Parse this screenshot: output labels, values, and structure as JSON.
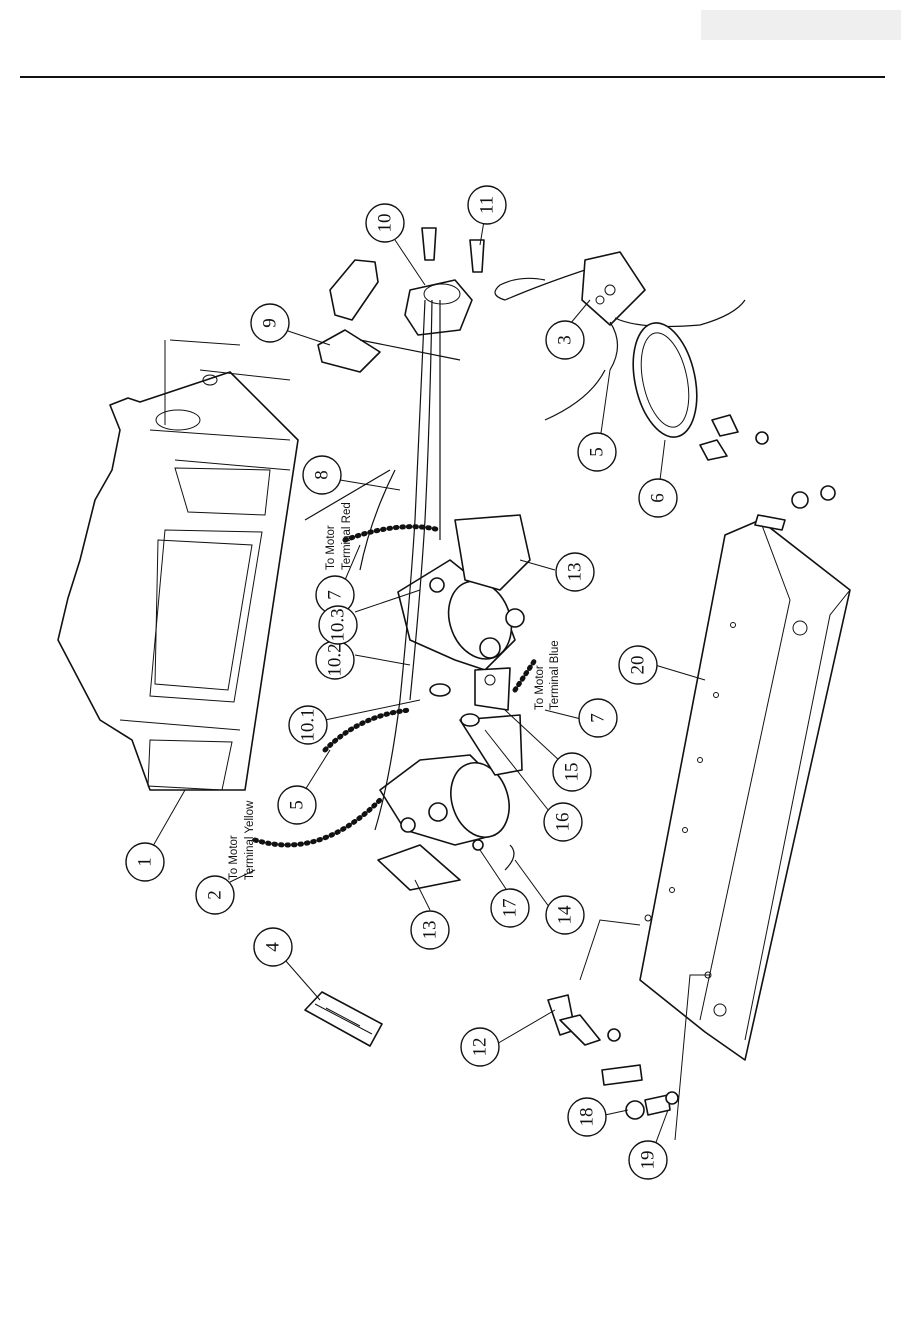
{
  "callouts": [
    {
      "label": "1"
    },
    {
      "label": "2"
    },
    {
      "label": "3"
    },
    {
      "label": "4"
    },
    {
      "label": "5"
    },
    {
      "label": "5"
    },
    {
      "label": "6"
    },
    {
      "label": "7"
    },
    {
      "label": "7"
    },
    {
      "label": "8"
    },
    {
      "label": "9"
    },
    {
      "label": "10"
    },
    {
      "label": "10.1"
    },
    {
      "label": "10.2"
    },
    {
      "label": "10.3"
    },
    {
      "label": "11"
    },
    {
      "label": "12"
    },
    {
      "label": "13"
    },
    {
      "label": "13"
    },
    {
      "label": "14"
    },
    {
      "label": "15"
    },
    {
      "label": "16"
    },
    {
      "label": "17"
    },
    {
      "label": "18"
    },
    {
      "label": "19"
    },
    {
      "label": "20"
    }
  ],
  "wire_labels": {
    "red": {
      "line1": "To Motor",
      "line2": "Terminal Red"
    },
    "blue": {
      "line1": "To Motor",
      "line2": "Terminal Blue"
    },
    "yellow": {
      "line1": "To Motor",
      "line2": "Terminal Yellow"
    }
  }
}
